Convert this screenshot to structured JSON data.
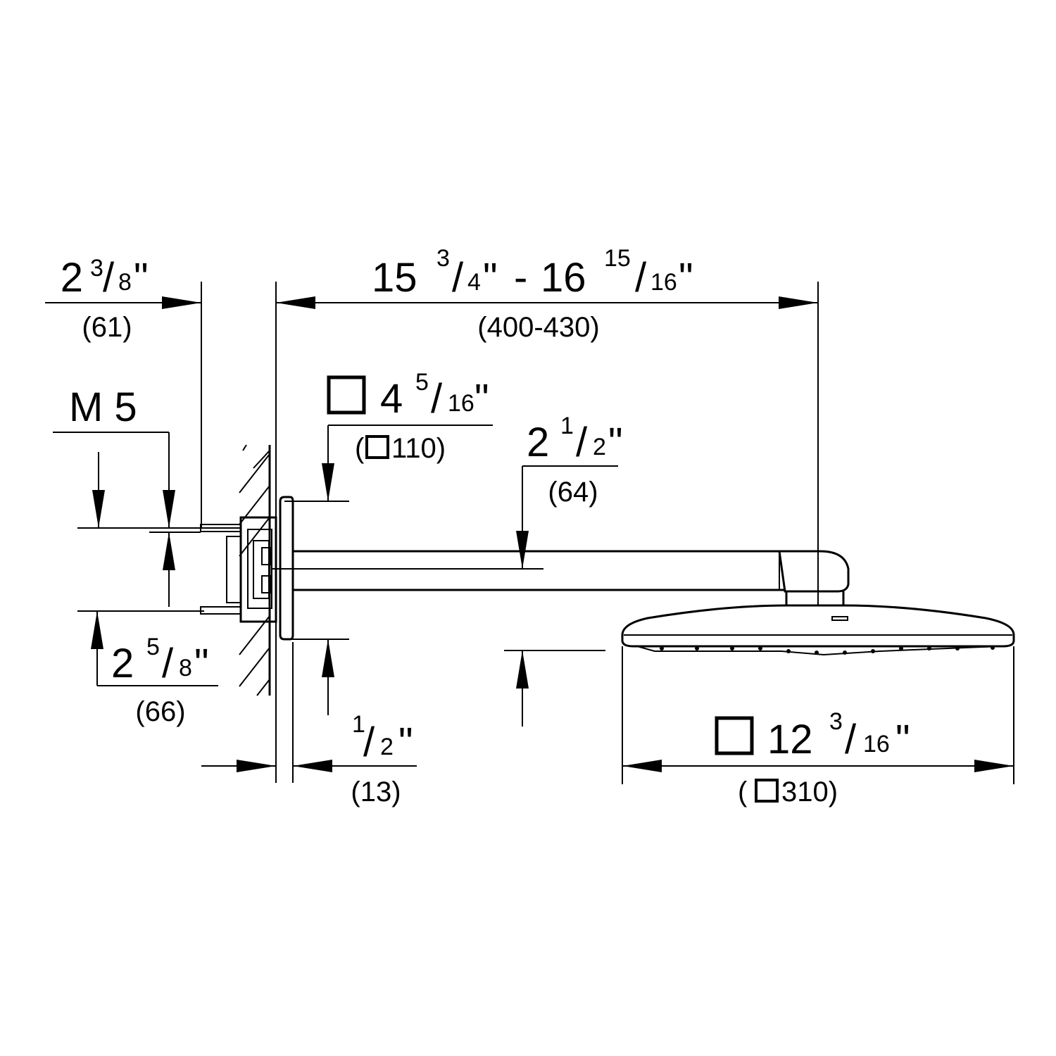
{
  "dimensions": {
    "offset_2_3_8": {
      "whole": "2",
      "num": "3",
      "den": "8",
      "unit": "\"",
      "metric": "(61)"
    },
    "length_overall": {
      "a_whole": "15",
      "a_num": "3",
      "a_den": "4",
      "a_unit": "\"",
      "sep": "-",
      "b_whole": "16",
      "b_num": "15",
      "b_den": "16",
      "b_unit": "\"",
      "metric": "(400-430)"
    },
    "thread": {
      "label": "M 5"
    },
    "flange_square": {
      "whole": "4",
      "num": "5",
      "den": "16",
      "unit": "\"",
      "metric_open": "(",
      "metric_value": "110)"
    },
    "arm_height": {
      "whole": "2",
      "num": "1",
      "den": "2",
      "unit": "\"",
      "metric": "(64)"
    },
    "bolt_spacing": {
      "whole": "2",
      "num": "5",
      "den": "8",
      "unit": "\"",
      "metric": "(66)"
    },
    "flange_depth": {
      "num": "1",
      "den": "2",
      "unit": "\"",
      "metric": "(13)"
    },
    "head_square": {
      "whole": "12",
      "num": "3",
      "den": "16",
      "unit": "\"",
      "metric_open": "(",
      "metric_value": "310)"
    }
  }
}
